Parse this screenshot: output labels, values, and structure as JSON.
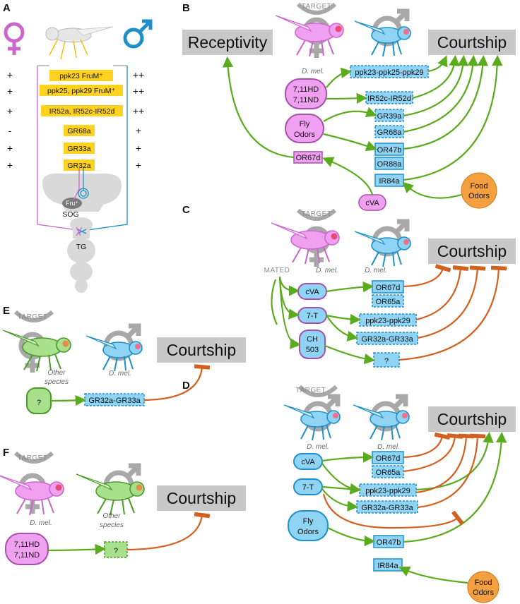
{
  "panels": {
    "A": {
      "label": "A",
      "rows": [
        {
          "female": "+",
          "gene": "ppk23 FruM⁺",
          "male": "++"
        },
        {
          "female": "+",
          "gene": "ppk25, ppk29 FruM⁺",
          "male": "++"
        },
        {
          "female": "+",
          "gene": "IR52a, IR52c-IR52d",
          "male": "++"
        },
        {
          "female": "-",
          "gene": "GR68a",
          "male": "+"
        },
        {
          "female": "+",
          "gene": "GR33a",
          "male": "+"
        },
        {
          "female": "+",
          "gene": "GR32a",
          "male": "+"
        }
      ],
      "fru": "Fru⁺",
      "sog": "SOG",
      "tg": "TG"
    },
    "B": {
      "label": "B",
      "receptivity": "Receptivity",
      "courtship": "Courtship",
      "target": "TARGET",
      "dmel": "D. mel.",
      "pheromone_line1": "7,11HD",
      "pheromone_line2": "7,11ND",
      "fly_odors_line1": "Fly",
      "fly_odors_line2": "Odors",
      "cva": "cVA",
      "food_line1": "Food",
      "food_line2": "Odors",
      "receptors": [
        "ppk23-ppk25-ppk29",
        "IR52c-IR52d",
        "GR39a",
        "GR68a",
        "OR47b",
        "OR88a",
        "IR84a"
      ],
      "or67d": "OR67d"
    },
    "C": {
      "label": "C",
      "courtship": "Courtship",
      "target": "TARGET",
      "dmel": "D. mel.",
      "mated": "MATED",
      "cva": "cVA",
      "7t": "7-T",
      "ch_line1": "CH",
      "ch_line2": "503",
      "receptors": [
        "OR67d",
        "OR65a",
        "ppk23-ppk29",
        "GR32a-GR33a",
        "?"
      ]
    },
    "D": {
      "label": "D",
      "courtship": "Courtship",
      "target": "TARGET",
      "dmel": "D. mel.",
      "cva": "cVA",
      "7t": "7-T",
      "fly_odors_line1": "Fly",
      "fly_odors_line2": "Odors",
      "food_line1": "Food",
      "food_line2": "Odors",
      "receptors": [
        "OR67d",
        "OR65a",
        "ppk23-ppk29",
        "GR32a-GR33a",
        "OR47b",
        "IR84a"
      ]
    },
    "E": {
      "label": "E",
      "courtship": "Courtship",
      "target": "TARGET",
      "other_line1": "Other",
      "other_line2": "species",
      "dmel": "D. mel.",
      "q": "?",
      "receptor": "GR32a-GR33a"
    },
    "F": {
      "label": "F",
      "courtship": "Courtship",
      "target": "TARGET",
      "dmel": "D. mel.",
      "other_line1": "Other",
      "other_line2": "species",
      "pheromone_line1": "7,11HD",
      "pheromone_line2": "7,11ND",
      "q": "?"
    }
  },
  "colors": {
    "female": "#cc66cc",
    "female_fill": "#f0a0f0",
    "male": "#1e90c8",
    "male_fill": "#8fd3f5",
    "gene_fill": "#ffd21f",
    "green": "#5aab1e",
    "orange": "#d2601e",
    "gray_box": "#c8c8c8",
    "food_fill": "#f5a040",
    "other_fill": "#a8e08c"
  }
}
